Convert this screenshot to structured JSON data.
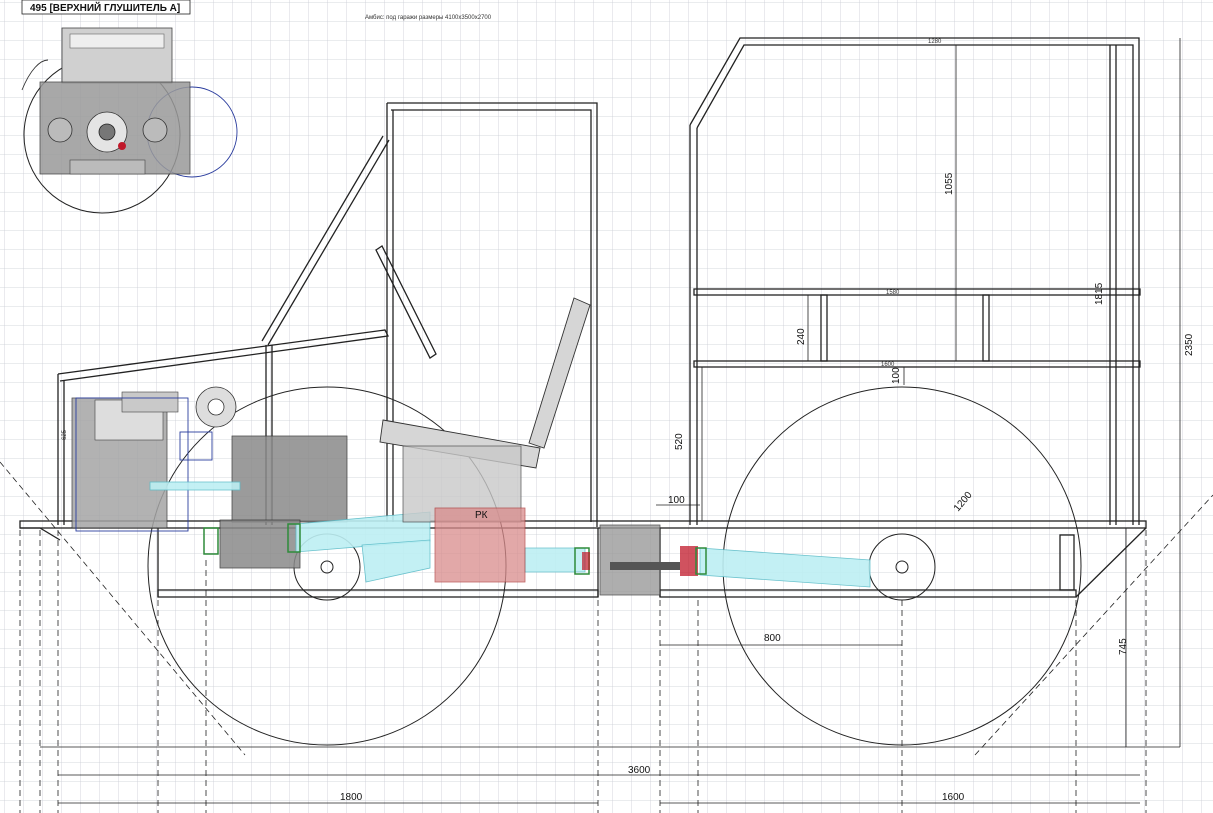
{
  "drawing": {
    "top_note": "Амбис: под гаражи размеры 4100х3500х2700",
    "engine_label": "495 [ВЕРХНИЙ ГЛУШИТЕЛЬ А]",
    "rk_label": "РК"
  },
  "dimensions": {
    "total_length": "3600",
    "front_section": "1800",
    "rear_section": "1600",
    "wheel_diameter": "1200",
    "box_height": "1055",
    "height_1815": "1815",
    "total_height": "2350",
    "h_240": "240",
    "h_520": "520",
    "h_100_vertical": "100",
    "w_100": "100",
    "axle_offset": "800",
    "h_745": "745",
    "top_width": "1280",
    "mid_width_1580": "1580",
    "mid_width_1600": "1600",
    "side_label": "625"
  },
  "colors": {
    "shaft": "#bdeff3",
    "rk_box": "#d98c8c",
    "engine_outline": "#2b3d9e",
    "joint_green": "#2e8b3a",
    "joint_red": "#c0182a"
  }
}
